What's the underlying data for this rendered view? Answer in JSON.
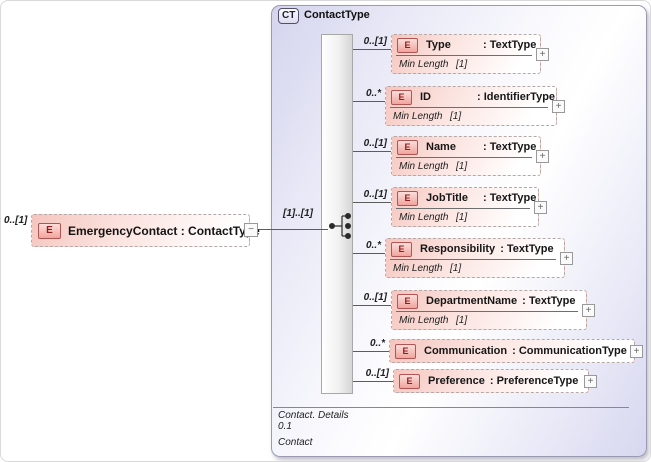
{
  "root": {
    "cardinality": "0..[1]",
    "icon": "E",
    "label": "EmergencyContact : ContactType",
    "collapse_glyph": "−"
  },
  "panel": {
    "badge": "CT",
    "title": "ContactType",
    "connector_cardinality": "[1]..[1]",
    "footer_lines": [
      "Contact. Details",
      "0.1",
      "Contact"
    ]
  },
  "elements": [
    {
      "cardinality": "0..[1]",
      "icon": "E",
      "name": "Type",
      "type_label": ": TextType",
      "facets": [
        {
          "label": "Min Length",
          "value": "[1]"
        }
      ],
      "expand_glyph": "+"
    },
    {
      "cardinality": "0..*",
      "icon": "E",
      "name": "ID",
      "type_label": ": IdentifierType",
      "facets": [
        {
          "label": "Min Length",
          "value": "[1]"
        }
      ],
      "expand_glyph": "+"
    },
    {
      "cardinality": "0..[1]",
      "icon": "E",
      "name": "Name",
      "type_label": ": TextType",
      "facets": [
        {
          "label": "Min Length",
          "value": "[1]"
        }
      ],
      "expand_glyph": "+"
    },
    {
      "cardinality": "0..[1]",
      "icon": "E",
      "name": "JobTitle",
      "type_label": ": TextType",
      "facets": [
        {
          "label": "Min Length",
          "value": "[1]"
        }
      ],
      "expand_glyph": "+"
    },
    {
      "cardinality": "0..*",
      "icon": "E",
      "name": "Responsibility",
      "type_label": ": TextType",
      "facets": [
        {
          "label": "Min Length",
          "value": "[1]"
        }
      ],
      "expand_glyph": "+"
    },
    {
      "cardinality": "0..[1]",
      "icon": "E",
      "name": "DepartmentName",
      "type_label": ": TextType",
      "facets": [
        {
          "label": "Min Length",
          "value": "[1]"
        }
      ],
      "expand_glyph": "+"
    },
    {
      "cardinality": "0..*",
      "icon": "E",
      "name": "Communication",
      "type_label": ": CommunicationType",
      "facets": [],
      "expand_glyph": "+"
    },
    {
      "cardinality": "0..[1]",
      "icon": "E",
      "name": "Preference",
      "type_label": ": PreferenceType",
      "facets": [],
      "expand_glyph": "+"
    }
  ],
  "colors": {
    "panel_lavender": "#d4d4ee",
    "element_pink": "#f5c5be",
    "e_icon_border": "#b25454",
    "e_icon_text": "#8f1f1f",
    "line": "#5c5c5c"
  }
}
